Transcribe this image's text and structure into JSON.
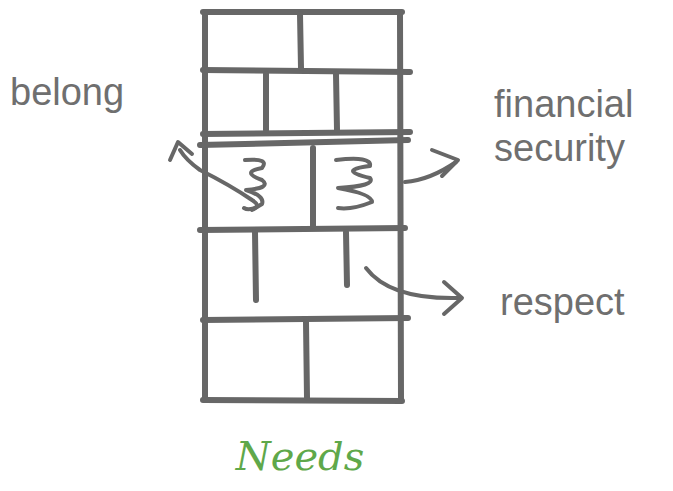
{
  "diagram": {
    "caption": "Needs",
    "labels": [
      "belong",
      "financial security",
      "respect"
    ]
  }
}
